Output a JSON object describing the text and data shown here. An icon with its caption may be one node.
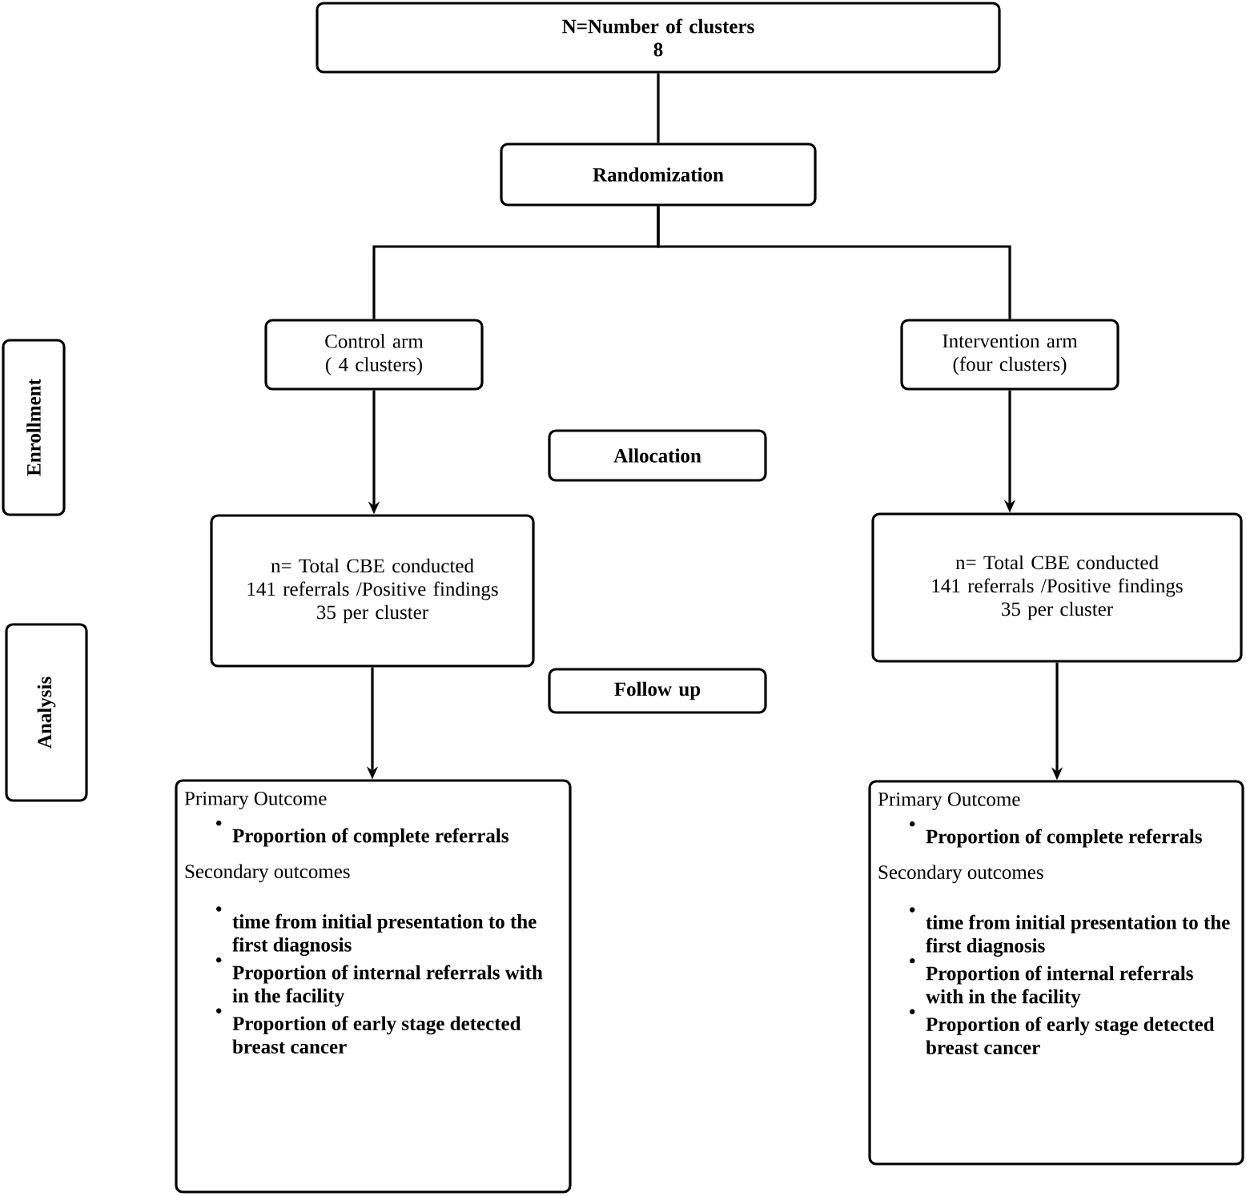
{
  "diagram": {
    "nodes": [
      {
        "text": [
          "N=Number of clusters",
          "8"
        ]
      },
      {
        "text": [
          "Randomization"
        ]
      },
      {
        "text": [
          "Control arm ( 4 clusters)"
        ]
      },
      {
        "text": [
          "Intervention arm (four clusters)"
        ]
      },
      {
        "text": [
          "Enrollment"
        ]
      },
      {
        "text": [
          "Allocation"
        ]
      },
      {
        "text": [
          "n= Total CBE conducted",
          "141 referrals /Positive findings",
          "35 per cluster"
        ]
      },
      {
        "text": [
          "n= Total CBE conducted",
          "141 referrals /Positive findings",
          "35 per cluster"
        ]
      },
      {
        "text": [
          "Analysis"
        ]
      },
      {
        "text": [
          "Follow up"
        ]
      },
      {
        "text": [
          "Primary Outcome",
          "Proportion of complete referrals",
          "Secondary outcomes",
          "time from initial presentation to the first diagnosis",
          "Proportion of internal referrals with in the facility",
          "Proportion of early stage detected breast cancer"
        ]
      },
      {
        "text": [
          "Primary Outcome",
          "Proportion of complete referrals",
          "Secondary outcomes",
          "time from initial presentation to the first diagnosis",
          "Proportion of internal referrals with in the facility",
          "Proportion of early stage detected breast cancer"
        ]
      }
    ],
    "edges": [
      {
        "from": 0,
        "to": 1,
        "arrow": "none"
      },
      {
        "from": 1,
        "to": 2,
        "arrow": "none"
      },
      {
        "from": 1,
        "to": 3,
        "arrow": "none"
      },
      {
        "from": 2,
        "to": 6,
        "arrow": "to"
      },
      {
        "from": 3,
        "to": 7,
        "arrow": "to"
      },
      {
        "from": 6,
        "to": 10,
        "arrow": "to"
      },
      {
        "from": 7,
        "to": 11,
        "arrow": "to"
      }
    ]
  }
}
